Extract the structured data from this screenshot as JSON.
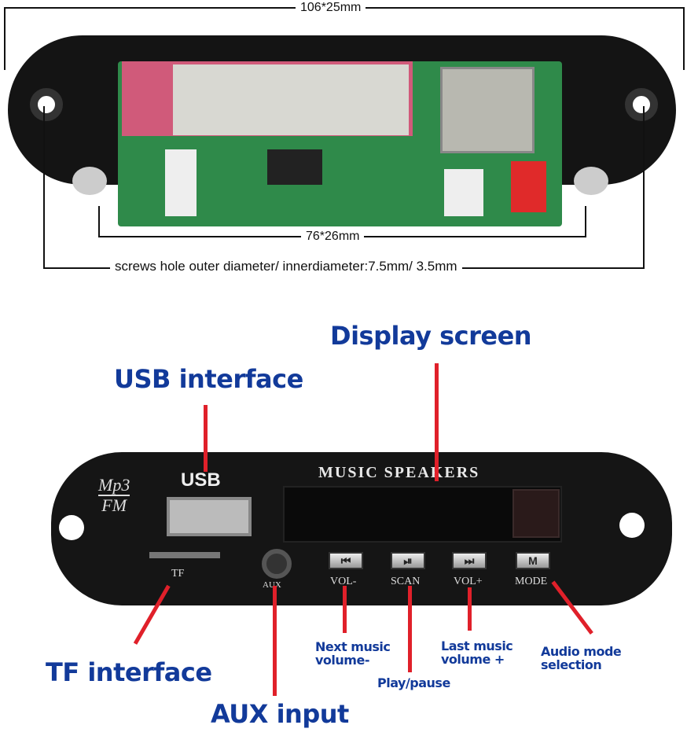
{
  "top_photo": {
    "overall_dimension": "106*25mm",
    "board_dimension": "76*26mm",
    "screw_note": "screws hole outer diameter/ innerdiameter:7.5mm/ 3.5mm"
  },
  "bottom_photo": {
    "panel_title": "MUSIC SPEAKERS",
    "logo_top": "Mp3",
    "logo_bottom": "FM",
    "usb_label": "USB",
    "tf_label": "TF",
    "aux_label": "AUX",
    "buttons": [
      {
        "label": "VOL-",
        "icon": "skip-back-icon"
      },
      {
        "label": "SCAN",
        "icon": "play-pause-icon"
      },
      {
        "label": "VOL+",
        "icon": "skip-forward-icon"
      },
      {
        "label": "MODE",
        "icon": "mode-icon"
      }
    ],
    "callouts": {
      "display": "Display screen",
      "usb": "USB interface",
      "tf": "TF interface",
      "aux": "AUX input",
      "vol_minus_line1": "Next music",
      "vol_minus_line2": "volume-",
      "scan": "Play/pause",
      "vol_plus_line1": "Last music",
      "vol_plus_line2": "volume +",
      "mode_line1": "Audio mode",
      "mode_line2": "selection"
    }
  },
  "colors": {
    "callout_text": "#123a9a",
    "callout_line": "#e0202a",
    "panel": "#151515",
    "pcb": "#2f8a4a"
  }
}
